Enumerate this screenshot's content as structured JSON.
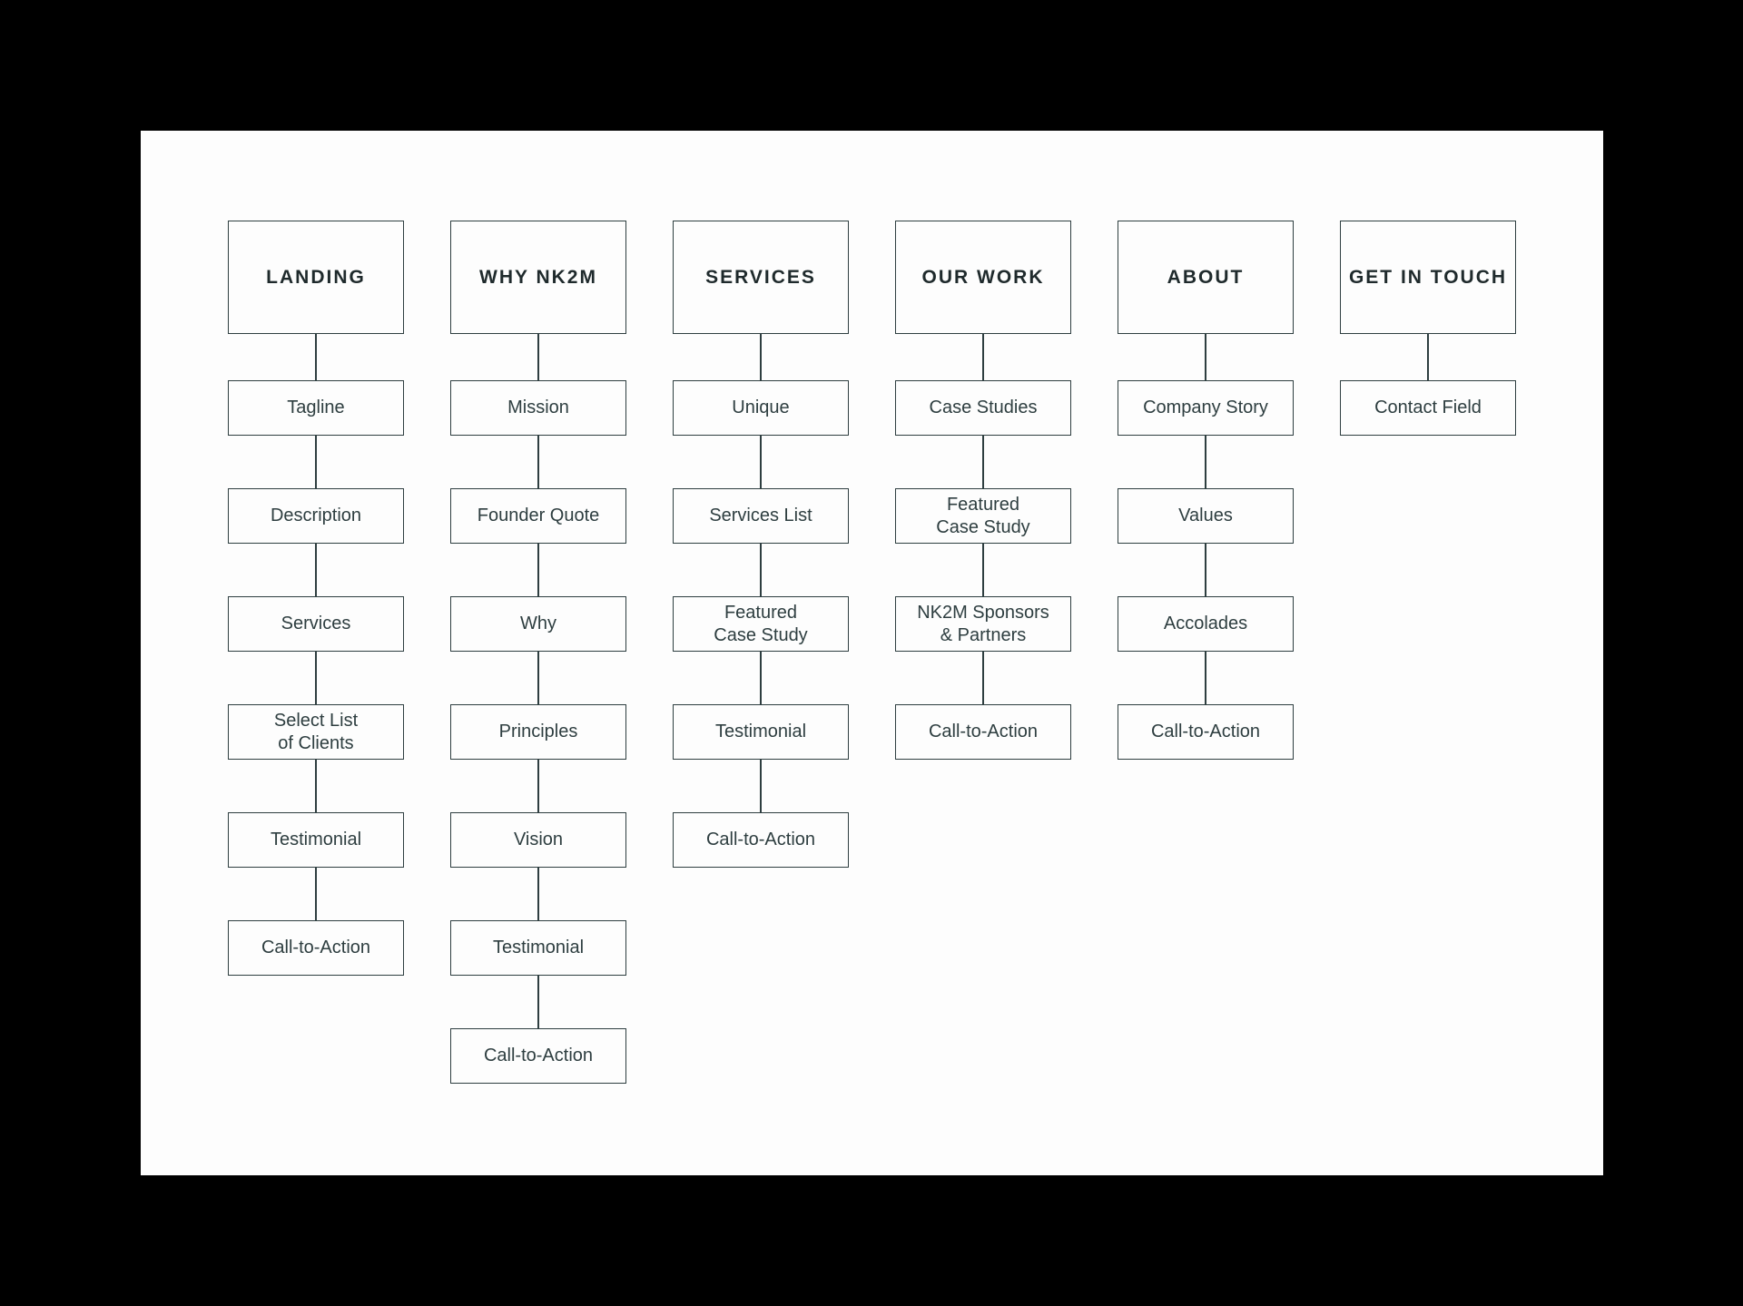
{
  "colors": {
    "background": "#000000",
    "sheet": "#fdfdfd",
    "stroke": "#2e3e40"
  },
  "columns": [
    {
      "header": "LANDING",
      "items": [
        "Tagline",
        "Description",
        "Services",
        "Select List\nof Clients",
        "Testimonial",
        "Call-to-Action"
      ]
    },
    {
      "header": "WHY NK2M",
      "items": [
        "Mission",
        "Founder Quote",
        "Why",
        "Principles",
        "Vision",
        "Testimonial",
        "Call-to-Action"
      ]
    },
    {
      "header": "SERVICES",
      "items": [
        "Unique",
        "Services List",
        "Featured\nCase Study",
        "Testimonial",
        "Call-to-Action"
      ]
    },
    {
      "header": "OUR WORK",
      "items": [
        "Case Studies",
        "Featured\nCase Study",
        "NK2M Sponsors\n& Partners",
        "Call-to-Action"
      ]
    },
    {
      "header": "ABOUT",
      "items": [
        "Company Story",
        "Values",
        "Accolades",
        "Call-to-Action"
      ]
    },
    {
      "header": "GET IN TOUCH",
      "items": [
        "Contact Field"
      ]
    }
  ]
}
